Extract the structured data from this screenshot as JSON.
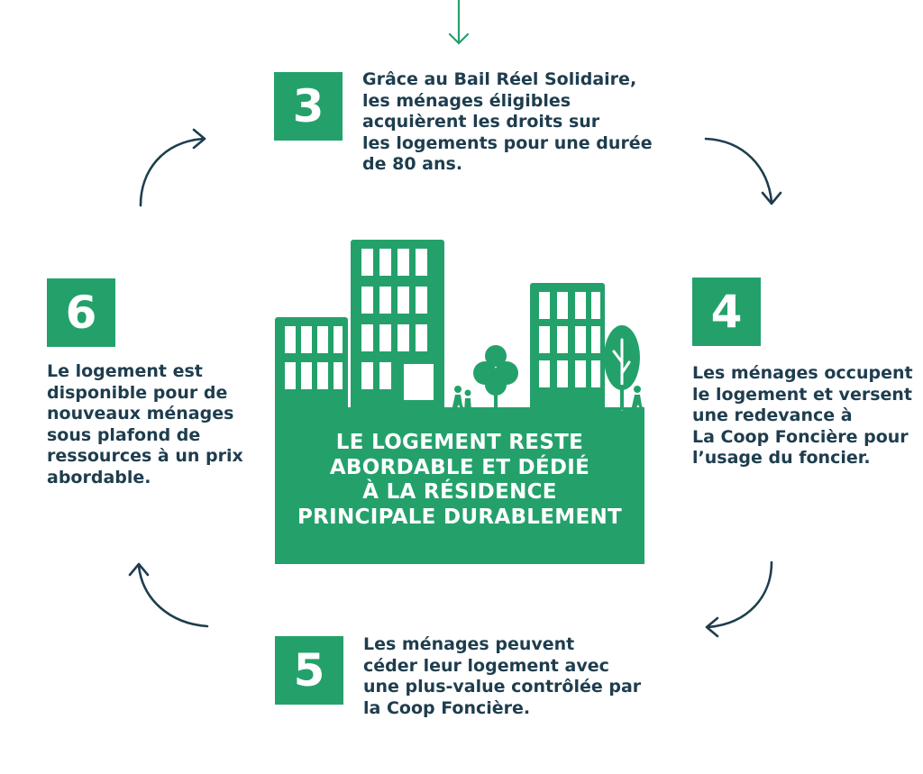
{
  "colors": {
    "green": "#24a16b",
    "navy": "#1e3d4e",
    "white": "#ffffff"
  },
  "steps": [
    {
      "number": "3",
      "lines": [
        "Grâce au Bail Réel Solidaire,",
        "les ménages éligibles",
        "acquièrent les droits sur",
        "les logements pour une durée",
        "de 80 ans."
      ]
    },
    {
      "number": "4",
      "lines": [
        "Les ménages occupent",
        "le logement et versent",
        "une redevance à",
        "La Coop Foncière pour",
        "l’usage du foncier."
      ]
    },
    {
      "number": "5",
      "lines": [
        "Les ménages peuvent",
        "céder leur logement avec",
        "une plus-value contrôlée par",
        "la Coop Foncière."
      ]
    },
    {
      "number": "6",
      "lines": [
        "Le logement est",
        "disponible pour de",
        "nouveaux ménages",
        "sous plafond de",
        "ressources à un prix",
        "abordable."
      ]
    }
  ],
  "center": {
    "lines": [
      "Le logement reste",
      "abordable et dédié",
      "à la résidence",
      "principale durablement"
    ]
  },
  "icons": [
    "arrow-down-icon",
    "curved-arrow-icon",
    "building-icon",
    "tree-icon",
    "pedestrian-icon"
  ]
}
